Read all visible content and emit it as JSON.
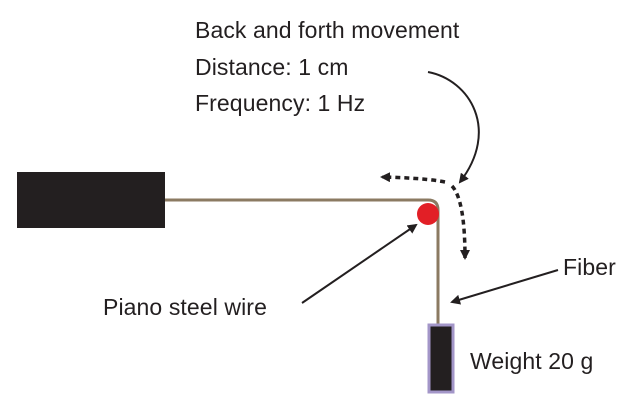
{
  "annotations": {
    "movement_title": "Back and forth movement",
    "movement_distance": "Distance: 1 cm",
    "movement_frequency": "Frequency: 1 Hz",
    "piano_wire_label": "Piano steel wire",
    "fiber_label": "Fiber",
    "weight_label": "Weight 20 g"
  },
  "colors": {
    "fiber": "#8b7a62",
    "wire_dot": "#e21f26",
    "clamp_block": "#231f20",
    "weight_fill": "#231f20",
    "weight_border": "#a396c8",
    "arrow": "#231f20",
    "text": "#231f20"
  }
}
